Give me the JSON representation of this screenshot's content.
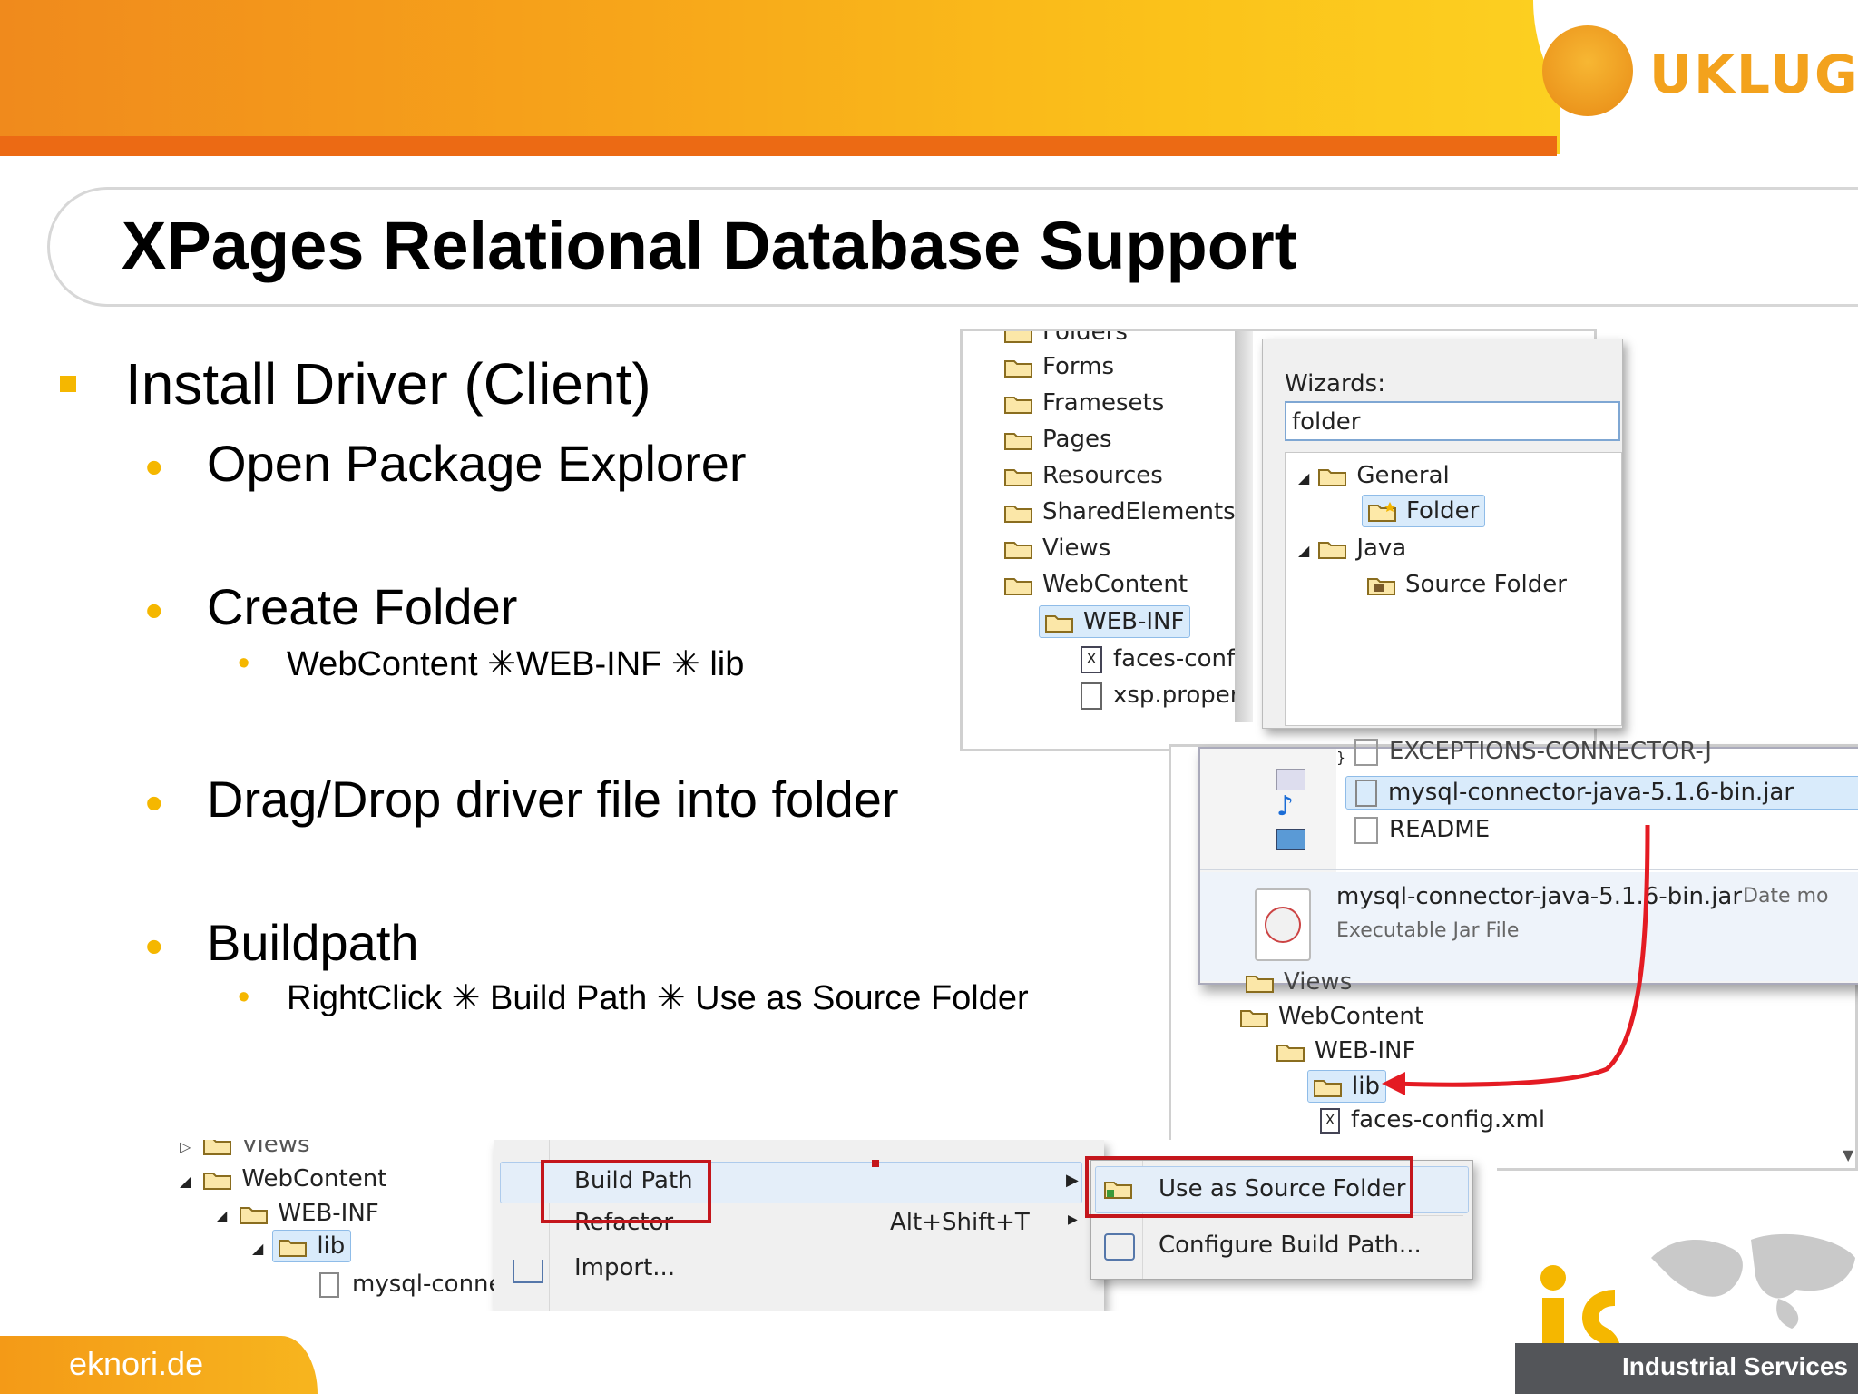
{
  "header": {
    "logo_text": "UKLUG",
    "accent": "#f5b700",
    "banner_color": "#f08a1c"
  },
  "title": "XPages Relational Database Support",
  "bullets": {
    "main": "Install Driver (Client)",
    "open": "Open Package Explorer",
    "create": "Create Folder",
    "create_sub": "WebContent ✳WEB-INF ✳ lib",
    "drag": "Drag/Drop driver file into folder",
    "buildpath": "Buildpath",
    "buildpath_sub": "RightClick ✳ Build Path ✳ Use as Source Folder"
  },
  "wizard_shot": {
    "tree": [
      "Folders",
      "Forms",
      "Framesets",
      "Pages",
      "Resources",
      "SharedElements",
      "Views",
      "WebContent",
      "WEB-INF",
      "faces-conf",
      "xsp.proper"
    ],
    "wizards_label": "Wizards:",
    "filter_value": "folder",
    "items": [
      "General",
      "Folder",
      "Java",
      "Source Folder"
    ]
  },
  "drag_shot": {
    "file_top": "EXCEPTIONS-CONNECTOR-J",
    "jar": "mysql-connector-java-5.1.6-bin.jar",
    "readme": "README",
    "detail_name": "mysql-connector-java-5.1.6-bin.jar",
    "detail_date": "Date mo",
    "detail_type": "Executable Jar File",
    "tree": [
      "Views",
      "WebContent",
      "WEB-INF",
      "lib",
      "faces-config.xml"
    ]
  },
  "menu_shot": {
    "tree": [
      "Views",
      "WebContent",
      "WEB-INF",
      "lib",
      "mysql-conne"
    ],
    "build_path": "Build Path",
    "refactor": "Refactor",
    "refactor_shortcut": "Alt+Shift+T",
    "import": "Import...",
    "use_as_source": "Use as Source Folder",
    "configure": "Configure Build Path..."
  },
  "footer": {
    "left_text": "eknori.de",
    "right_text": "Industrial Services"
  }
}
